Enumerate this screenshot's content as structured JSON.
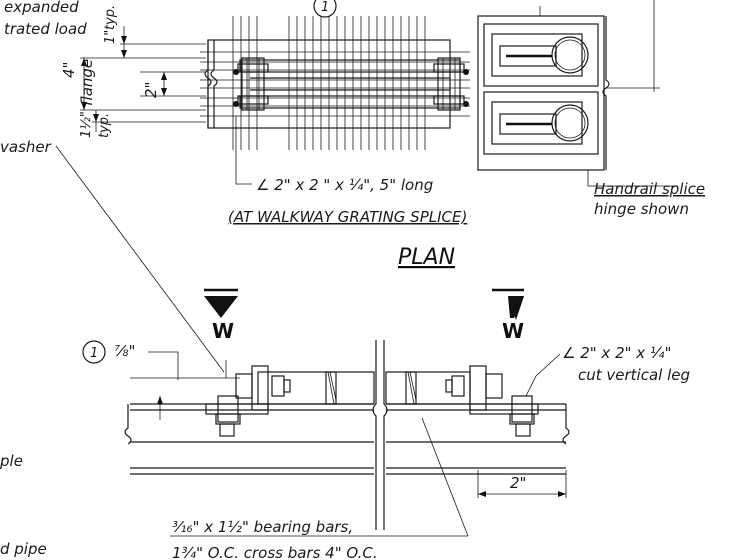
{
  "labels": {
    "expanded": "expanded",
    "concentrated_load": "trated load",
    "one_inch_typ_num": "1\"",
    "one_inch_typ_txt": "typ.",
    "four_inch": "4\"",
    "flange": "flange",
    "two_inch_left": "2\"",
    "one_half_typ_num": "1½\"",
    "one_half_typ_txt": "typ.",
    "washer": "vasher",
    "angle_plan": "∠ 2\" x 2  \"  x ¼\", 5\" long",
    "handrail_splice_1": "Handrail splice",
    "handrail_splice_2": "hinge shown",
    "grating_splice": "(AT WALKWAY GRATING SPLICE)",
    "plan": "PLAN",
    "section_w_left": "W",
    "section_w_right": "W",
    "circle_one_top": "1",
    "circle_one_mid": "1",
    "seven_eighths": "⅞\"",
    "angle_elev_1": "∠ 2\" x 2\" x ¼\"",
    "angle_elev_2": "cut vertical leg",
    "ple": "ple",
    "two_inch_bottom": "2\"",
    "bearing_bars": "³⁄₁₆\" x 1½\" bearing bars,",
    "cross_bars": "1¾\" O.C. cross bars 4\" O.C.",
    "d_pipe": "d  pipe"
  }
}
